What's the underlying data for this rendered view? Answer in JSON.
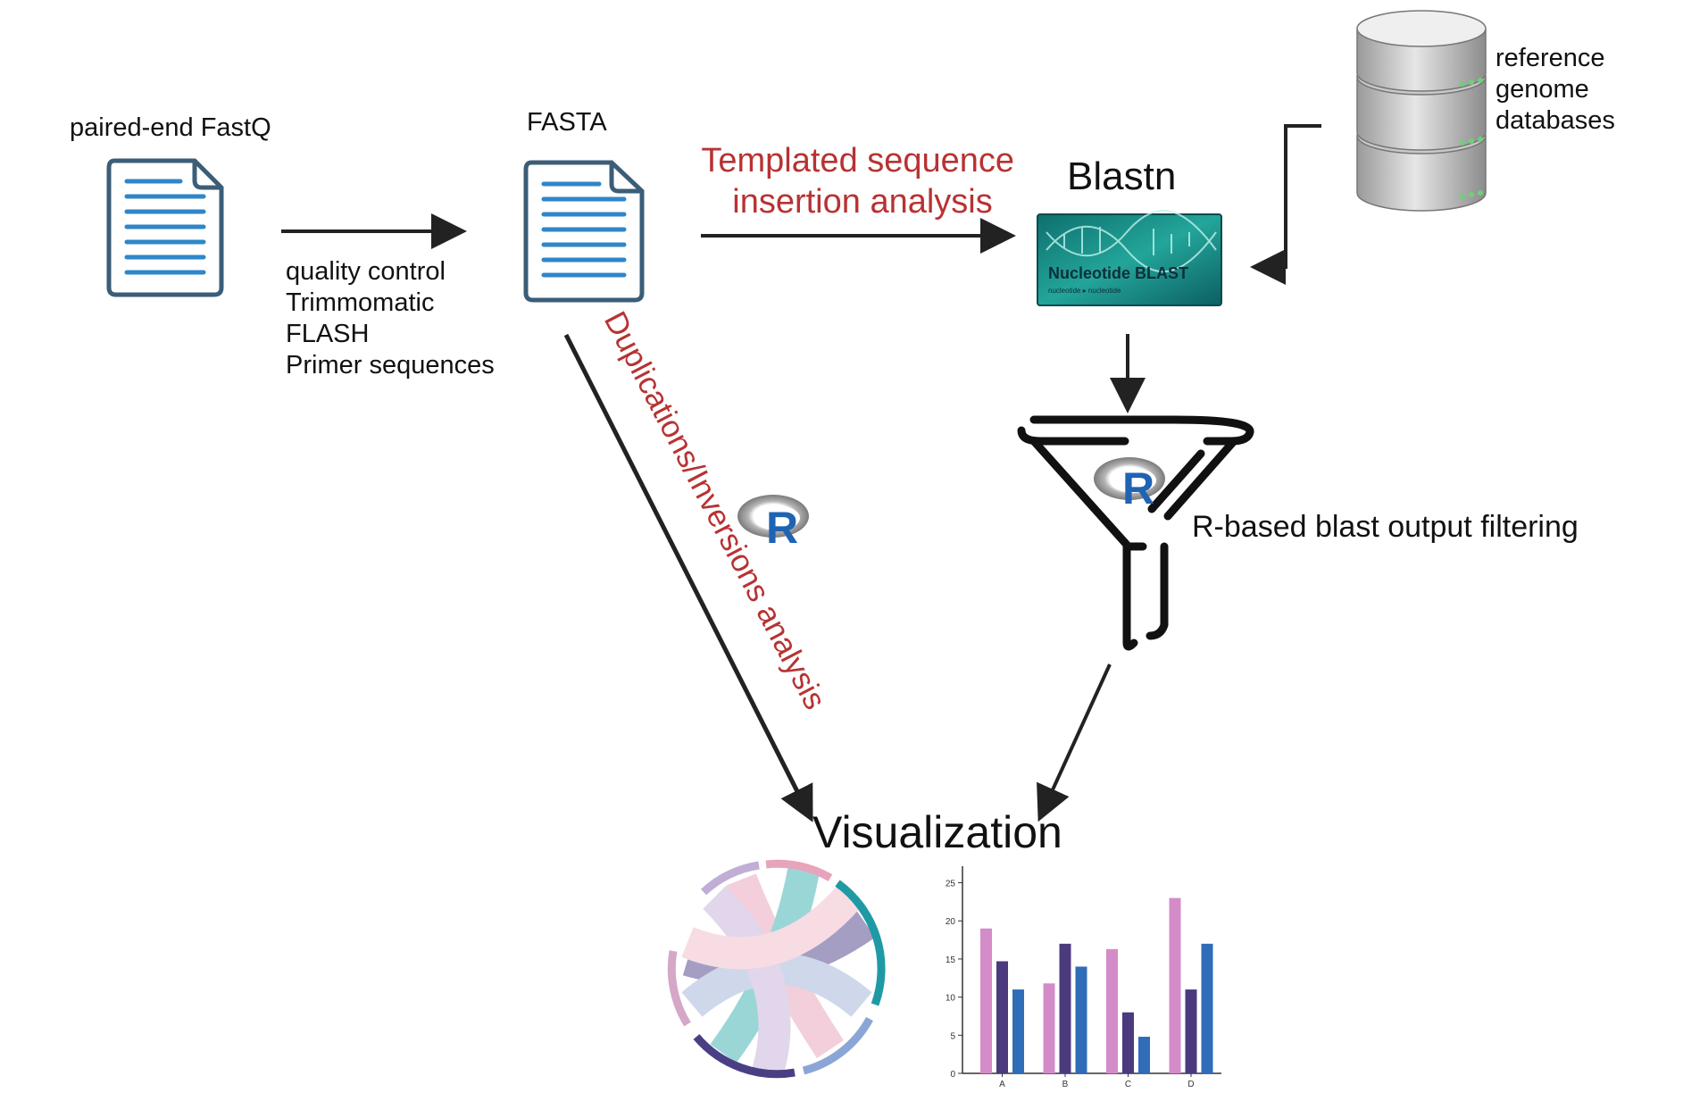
{
  "nodes": {
    "fastq": {
      "label": "paired-end FastQ",
      "icon": "document-icon"
    },
    "fasta": {
      "label": "FASTA",
      "icon": "document-icon"
    },
    "blastn": {
      "label": "Blastn",
      "logo_text": "Nucleotide BLAST",
      "logo_subtext": "nucleotide ▸ nucleotide",
      "icon": "blast-logo"
    },
    "databases": {
      "lines": [
        "reference",
        "genome",
        "databases"
      ],
      "icon": "database-icon"
    },
    "filter": {
      "label": "R-based blast output filtering",
      "icon": "funnel-icon"
    },
    "visualization": {
      "label": "Visualization"
    }
  },
  "edges": {
    "qc_steps": [
      "quality control",
      "Trimmomatic",
      "FLASH",
      "Primer sequences"
    ],
    "tsi_lines": [
      "Templated sequence",
      "insertion analysis"
    ],
    "dup_inv": "Duplications/Inversions analysis"
  },
  "r_logo_letter": "R",
  "chart_data": {
    "type": "bar",
    "categories": [
      "A",
      "B",
      "C",
      "D"
    ],
    "yticks": [
      0,
      5,
      10,
      15,
      20,
      25
    ],
    "ylim": [
      0,
      26
    ],
    "series": [
      {
        "values": [
          19,
          11.8,
          16.3,
          23
        ],
        "color": "#d48cc8"
      },
      {
        "values": [
          14.7,
          17,
          8,
          11
        ],
        "color": "#4b3a7e"
      },
      {
        "values": [
          11,
          14,
          4.8,
          17
        ],
        "color": "#2f6db8"
      }
    ]
  },
  "colors": {
    "accent_red": "#b83232",
    "doc_outline": "#3b5d78",
    "doc_lines": "#2f86c8",
    "arrow": "#222222",
    "blast_bg": "#1c8c86"
  }
}
